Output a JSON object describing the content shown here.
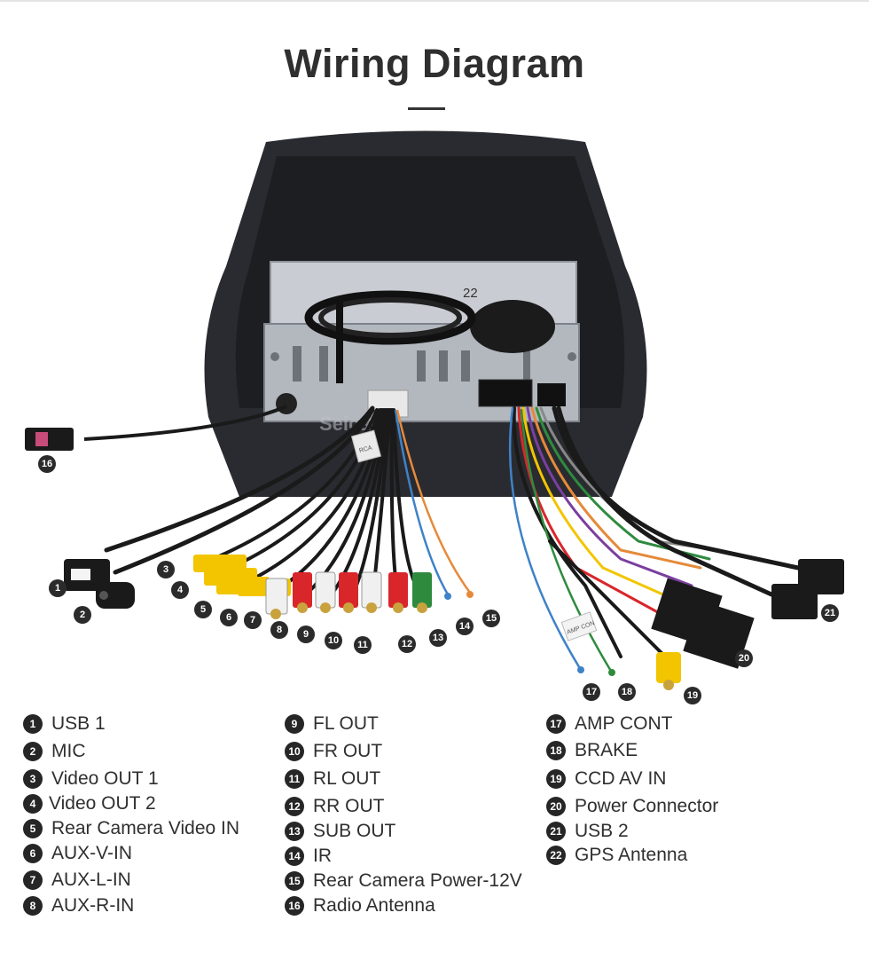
{
  "title": "Wiring Diagram",
  "diagram": {
    "label_gps": "22",
    "watermark": "Seicane",
    "tag_amp": "AMP CON",
    "tag_rca": "RCA"
  },
  "legend": {
    "col1": [
      {
        "num": "1",
        "label": "USB 1"
      },
      {
        "num": "2",
        "label": "MIC"
      },
      {
        "num": "3",
        "label": "Video OUT 1"
      },
      {
        "num": "4",
        "label": "Video OUT 2"
      },
      {
        "num": "5",
        "label": "Rear Camera Video IN"
      },
      {
        "num": "6",
        "label": "AUX-V-IN"
      },
      {
        "num": "7",
        "label": "AUX-L-IN"
      },
      {
        "num": "8",
        "label": "AUX-R-IN"
      }
    ],
    "col2": [
      {
        "num": "9",
        "label": "FL OUT"
      },
      {
        "num": "10",
        "label": "FR OUT"
      },
      {
        "num": "11",
        "label": "RL OUT"
      },
      {
        "num": "12",
        "label": "RR OUT"
      },
      {
        "num": "13",
        "label": "SUB OUT"
      },
      {
        "num": "14",
        "label": "IR"
      },
      {
        "num": "15",
        "label": "Rear Camera Power-12V"
      },
      {
        "num": "16",
        "label": "Radio Antenna"
      }
    ],
    "col3": [
      {
        "num": "17",
        "label": "AMP CONT"
      },
      {
        "num": "18",
        "label": "BRAKE"
      },
      {
        "num": "19",
        "label": "CCD AV IN"
      },
      {
        "num": "20",
        "label": "Power Connector"
      },
      {
        "num": "21",
        "label": "USB 2"
      },
      {
        "num": "22",
        "label": "GPS Antenna"
      }
    ]
  },
  "colors": {
    "video_yellow": "#f2c500",
    "audio_red": "#d9262b",
    "audio_white": "#f0f0f0",
    "sub_green": "#2e8b3e",
    "ir_blue": "#3f82c7",
    "power_orange": "#e58a3a",
    "badge": "#262626",
    "panel": "#2a2b30"
  }
}
